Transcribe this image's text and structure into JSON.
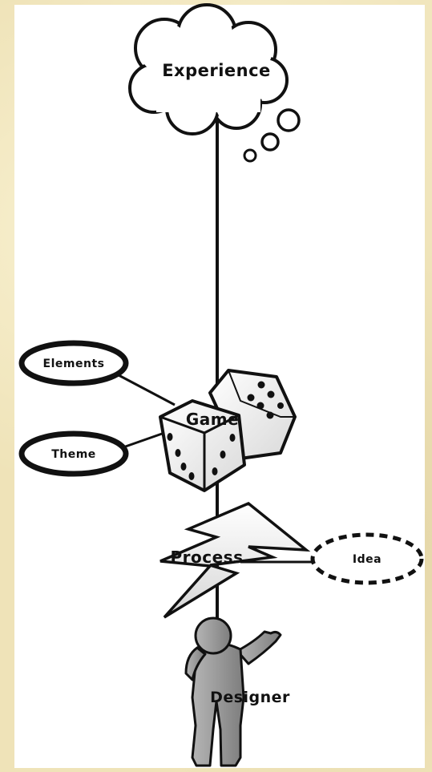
{
  "diagram": {
    "nodes": {
      "experience": "Experience",
      "elements": "Elements",
      "theme": "Theme",
      "game": "Game",
      "process": "Process",
      "idea": "Idea",
      "designer": "Designer"
    },
    "colors": {
      "background": "#efe3b8",
      "panel": "#ffffff",
      "ink": "#111111",
      "figure": "#9b9b9b"
    },
    "icons": [
      "thought-cloud-icon",
      "dice-icon",
      "lightning-bolt-icon",
      "person-figure-icon"
    ]
  }
}
